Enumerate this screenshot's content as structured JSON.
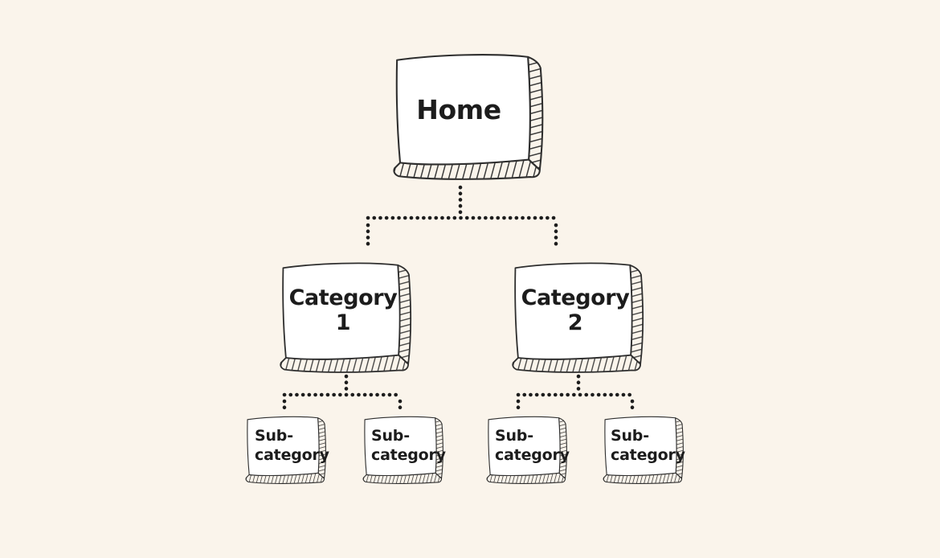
{
  "page": {
    "background_color": "#FAF4EB",
    "ink_color": "#2E2E2E",
    "dot_color": "#1D1D1D",
    "box_fill_color": "#FFFFFF",
    "text_color": "#1C1C1C"
  },
  "diagram": {
    "type": "sitemap-hierarchy",
    "nodes": {
      "home": {
        "label": "Home"
      },
      "category1": {
        "label": "Category 1"
      },
      "category2": {
        "label": "Category 2"
      },
      "sub1": {
        "label": "Sub-\ncategory"
      },
      "sub2": {
        "label": "Sub-\ncategory"
      },
      "sub3": {
        "label": "Sub-\ncategory"
      },
      "sub4": {
        "label": "Sub-\ncategory"
      }
    },
    "edges": [
      {
        "from": "home",
        "to": "category1",
        "style": "dotted"
      },
      {
        "from": "home",
        "to": "category2",
        "style": "dotted"
      },
      {
        "from": "category1",
        "to": "sub1",
        "style": "dotted"
      },
      {
        "from": "category1",
        "to": "sub2",
        "style": "dotted"
      },
      {
        "from": "category2",
        "to": "sub3",
        "style": "dotted"
      },
      {
        "from": "category2",
        "to": "sub4",
        "style": "dotted"
      }
    ]
  }
}
